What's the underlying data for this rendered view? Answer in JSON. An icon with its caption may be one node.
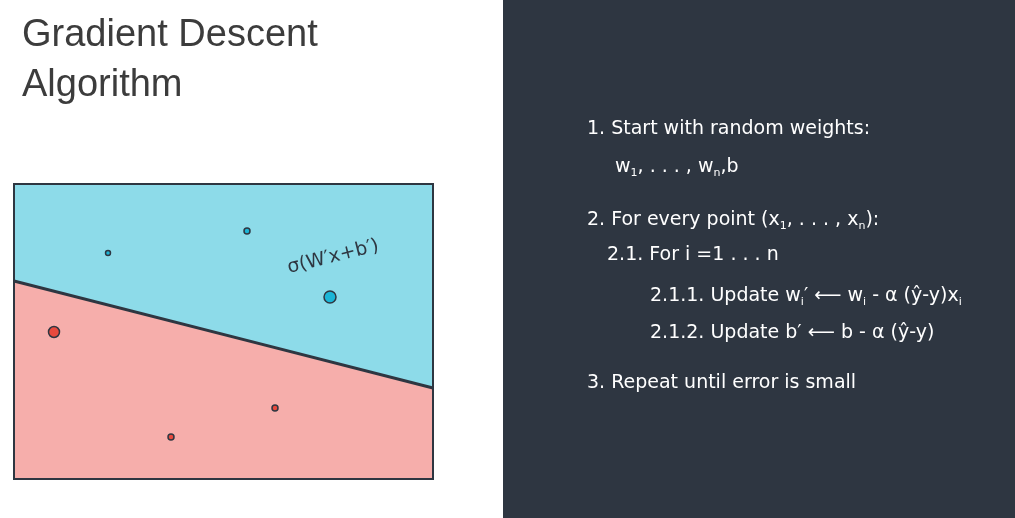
{
  "diagram": {
    "title": "Gradient Descent Algorithm",
    "labels": [
      "σ(W′x+b′)",
      "1. Start with random weights:",
      "w$_{1}$, . . . , w$_{n}$,b",
      "2. For every point (x$_{1}$, . . . , x$_{n}$):",
      "2.1. For i =1 . . . n",
      "2.1.1. Update w$_{i}$′ ⟵ w$_{i}$ - α (ŷ-y)x$_{i}$",
      "2.1.2. Update b′ ⟵ b - α (ŷ-y)",
      "3. Repeat until error is small"
    ]
  }
}
